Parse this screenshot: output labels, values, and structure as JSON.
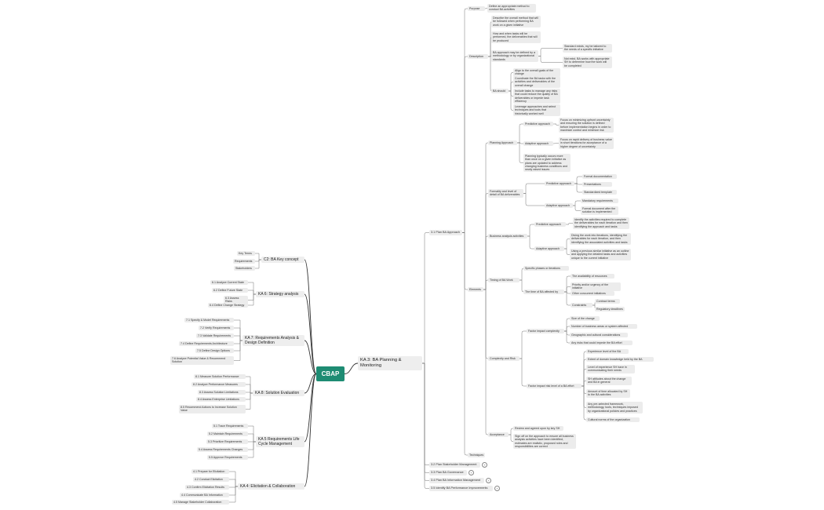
{
  "root": {
    "label": "CBAP"
  },
  "left_topics": [
    {
      "label": "C2: BA Key concept",
      "items": [
        "Key Terms",
        "Requirements",
        "Stakeholders"
      ]
    },
    {
      "label": "KA 6: Strategy analysis",
      "items": [
        "6.1 Analyze Current State",
        "6.2 Define Future State",
        "6.3 Assess Risks",
        "6.4 Define Change Strategy"
      ]
    },
    {
      "label": "KA 7: Requirements Analysis & Design Definition",
      "items": [
        "7.1 Specify & Model Requirements",
        "7.2 Verify Requirements",
        "7.3 Validate Requirements",
        "7.4 Define Requirements Architecture",
        "7.5 Define Design Options",
        "7.6 Analyze Potential Value & Recommend Solution"
      ]
    },
    {
      "label": "KA 8: Solution Evaluation",
      "items": [
        "8.1 Measure Solution Performance",
        "8.2 Analyze Performance Measures",
        "8.3 Assess Solution Limitations",
        "8.4 Assess Enterprise Limitations",
        "8.5 Recommend Actions to Increase Solution Value"
      ]
    },
    {
      "label": "KA 5 Requirements Life Cycle Management",
      "items": [
        "5.1 Trace Requirements",
        "5.2 Maintain Requirements",
        "5.3 Prioritize Requirements",
        "5.4 Assess Requirements Changes",
        "5.5 Approve Requirements"
      ]
    },
    {
      "label": "KA 4: Elicitation & Collaboration",
      "items": [
        "4.1 Prepare for Elicitation",
        "4.2 Conduct Elicitation",
        "4.3 Confirm Elicitation Results",
        "4.4 Communicate BA Information",
        "4.5 Manage Stakeholder Collaboration"
      ]
    }
  ],
  "right_topic": {
    "label": "KA 3: BA Planning & Monitoring"
  },
  "tasks": {
    "t31": "3.1 Plan BA Approach",
    "t32": "3.2 Plan Stakeholder Management",
    "t33": "3.3 Plan BA Governance",
    "t34": "3.4 Plan BA Information Management",
    "t35": "3.5 Identify BA Performance Improvements"
  },
  "plan_approach": {
    "purpose": "Purpose",
    "purpose_text": "Define an appropriate method to conduct BA activities",
    "description": "Description",
    "desc_1": "Describe the overall method that will be followed when performing BA work on a given initiative",
    "desc_2": "How and when tasks will be performed, the deliverables that will be produced",
    "desc_3": "BA approach may be defined by a methodology or by organizational standards",
    "desc_3a": "Standard exists, my be tailored to the needs of a specific initiative",
    "desc_3b": "Not exist, BA works with appropriate SH to determine how the work will be completed",
    "ba_should": "BA should",
    "should_1": "Align to the overall goals of the change",
    "should_2": "Coordinate the BA tasks with the activities and deliverables of the overall change",
    "should_3": "Include tasks to manage any risks that could reduce the quality of BA deliverables or impede task efficiency",
    "should_4": "Leverage approaches and select techniques and tools that historically worked well",
    "elements": "Elements",
    "techniques": "Techniques",
    "planning_approach": "Planning Approach",
    "pa_predictive": "Predictive approach",
    "pa_predictive_text": "Focus on minimizing upfront uncertainty and ensuring the solution is defined before implementation begins in order to maximize control and minimize risk",
    "pa_adaptive": "Adaptive approach",
    "pa_adaptive_text": "Focus on rapid delivery of business value in short iterations for acceptance of a higher degree of uncertainty",
    "pa_planning": "Planning typically occurs more than once on a given initiative as plans are updated to address changing business conditions and newly raised issues",
    "formality": "Formality and level of detail of BA deliverables",
    "f_predictive": "Predictive approach",
    "f_pred_1": "Formal documentation",
    "f_pred_2": "Presentations",
    "f_pred_3": "Standardized template",
    "f_adaptive": "Adaptive approach",
    "f_adapt_1": "Mandatory requirements",
    "f_adapt_2": "Formal document after the solution is implemented",
    "ba_activities": "Business analysis activities",
    "a_predictive": "Predictive approach",
    "a_pred_text": "Identify the activities required to complete the deliverables for each iteration and then identifying the approach and tasks",
    "a_adaptive": "Adaptive approach",
    "a_adapt_1": "Diving the work into iterations, identifying the deliverables for each iteration, and then identifying the associated activities and tasks",
    "a_adapt_2": "Using a previous similar initiative as an outline and applying the detailed tasks and activities unique to the current initiative",
    "timing": "Timing of BA Work",
    "timing_1": "Specific phases or iterations",
    "timing_2": "The time of BA affected by",
    "timing_2a": "The availability of resources",
    "timing_2b": "Priority and/or urgency of the initiative",
    "timing_2c": "Other concurrent initiatives",
    "timing_2d": "Constraints",
    "timing_2d1": "Contract terms",
    "timing_2d2": "Regulatory deadlines",
    "complexity": "Complexity and Risk",
    "cx_factors": "Factor impact complexity",
    "cx_1": "Size of the change",
    "cx_2": "Number of business areas or system affected",
    "cx_3": "Geographic and cultural considerations",
    "cx_4": "Any risks that could impede the BA effort",
    "cx_risk": "Factor impact risk level of a BA effort",
    "rk_1": "Experience level of the BA",
    "rk_2": "Extent of domain knowledge held by the BA",
    "rk_3": "Level of experience SH have in communicating their needs",
    "rk_4": "SH attitudes about the change and BA in general",
    "rk_5": "Amount of time allocated by SH to the BA activities",
    "rk_6": "Any pre-selected framework, methodology, tools, techniques imposed by organizational policies and practices",
    "rk_7": "Cultural norms of the organization",
    "acceptance": "Acceptance",
    "acc_1": "Review and agreed upon by key SH",
    "acc_2": "Sign off on the approach to ensure all business analysis activities have been identified, estimates are realistic, proposed roles and responsibilities are correct"
  }
}
